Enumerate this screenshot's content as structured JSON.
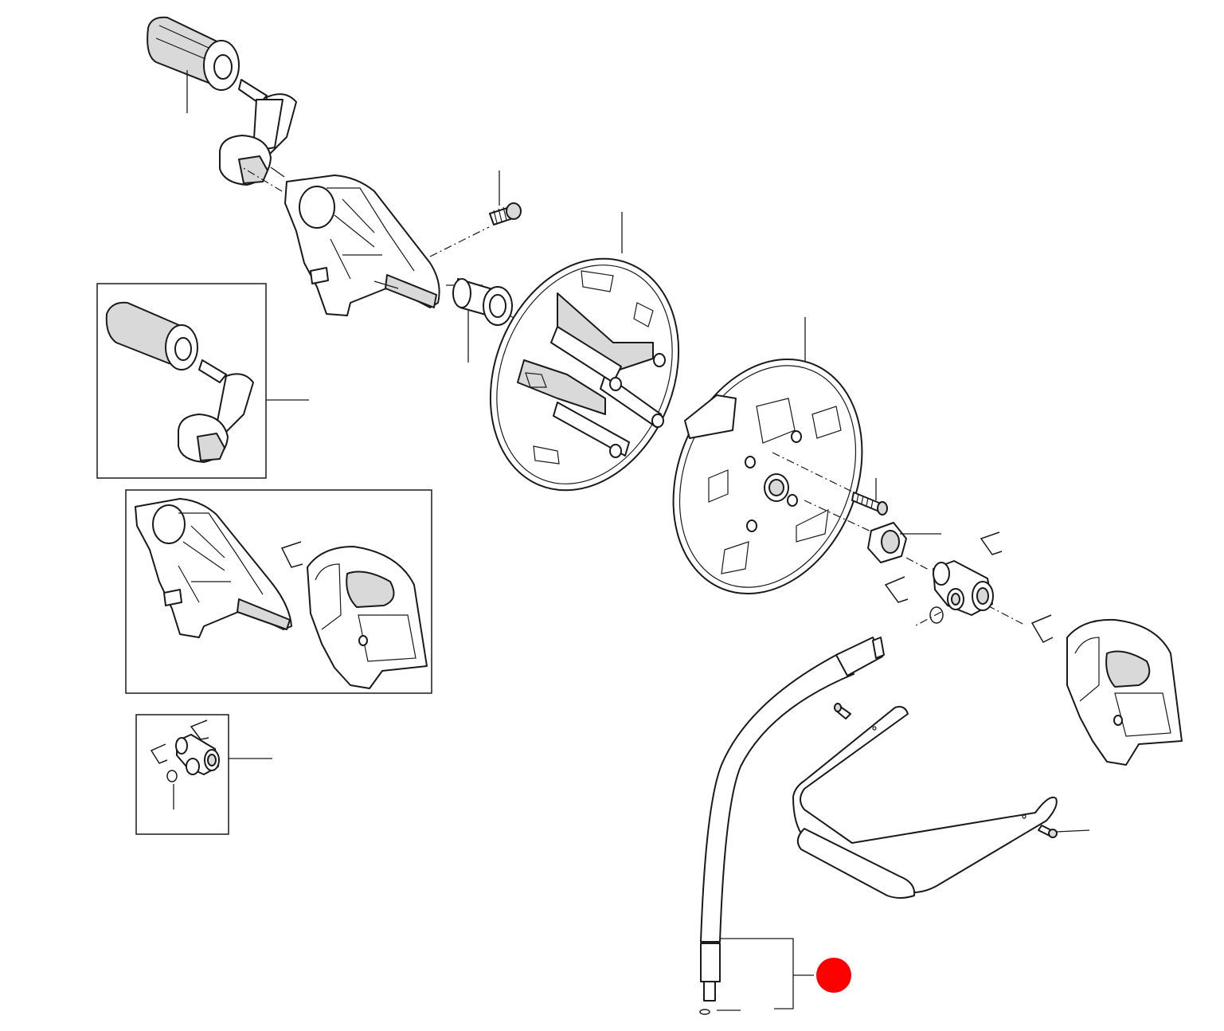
{
  "diagram": {
    "title": "",
    "marker_color": "#ff0000",
    "line_color": "#1a1a1a",
    "parts": [
      {
        "name": "crank-grip"
      },
      {
        "name": "crank-arm"
      },
      {
        "name": "left-bracket"
      },
      {
        "name": "screw"
      },
      {
        "name": "axle-bushing"
      },
      {
        "name": "drum-left"
      },
      {
        "name": "drum-right"
      },
      {
        "name": "hub-screw"
      },
      {
        "name": "hub-nut"
      },
      {
        "name": "swivel-fitting"
      },
      {
        "name": "retaining-clips"
      },
      {
        "name": "o-ring"
      },
      {
        "name": "right-bracket"
      },
      {
        "name": "hose"
      },
      {
        "name": "frame-handle"
      },
      {
        "name": "frame-screws"
      }
    ],
    "insets": [
      {
        "name": "crank-assembly-kit"
      },
      {
        "name": "bracket-pair-kit"
      },
      {
        "name": "swivel-kit"
      }
    ]
  }
}
